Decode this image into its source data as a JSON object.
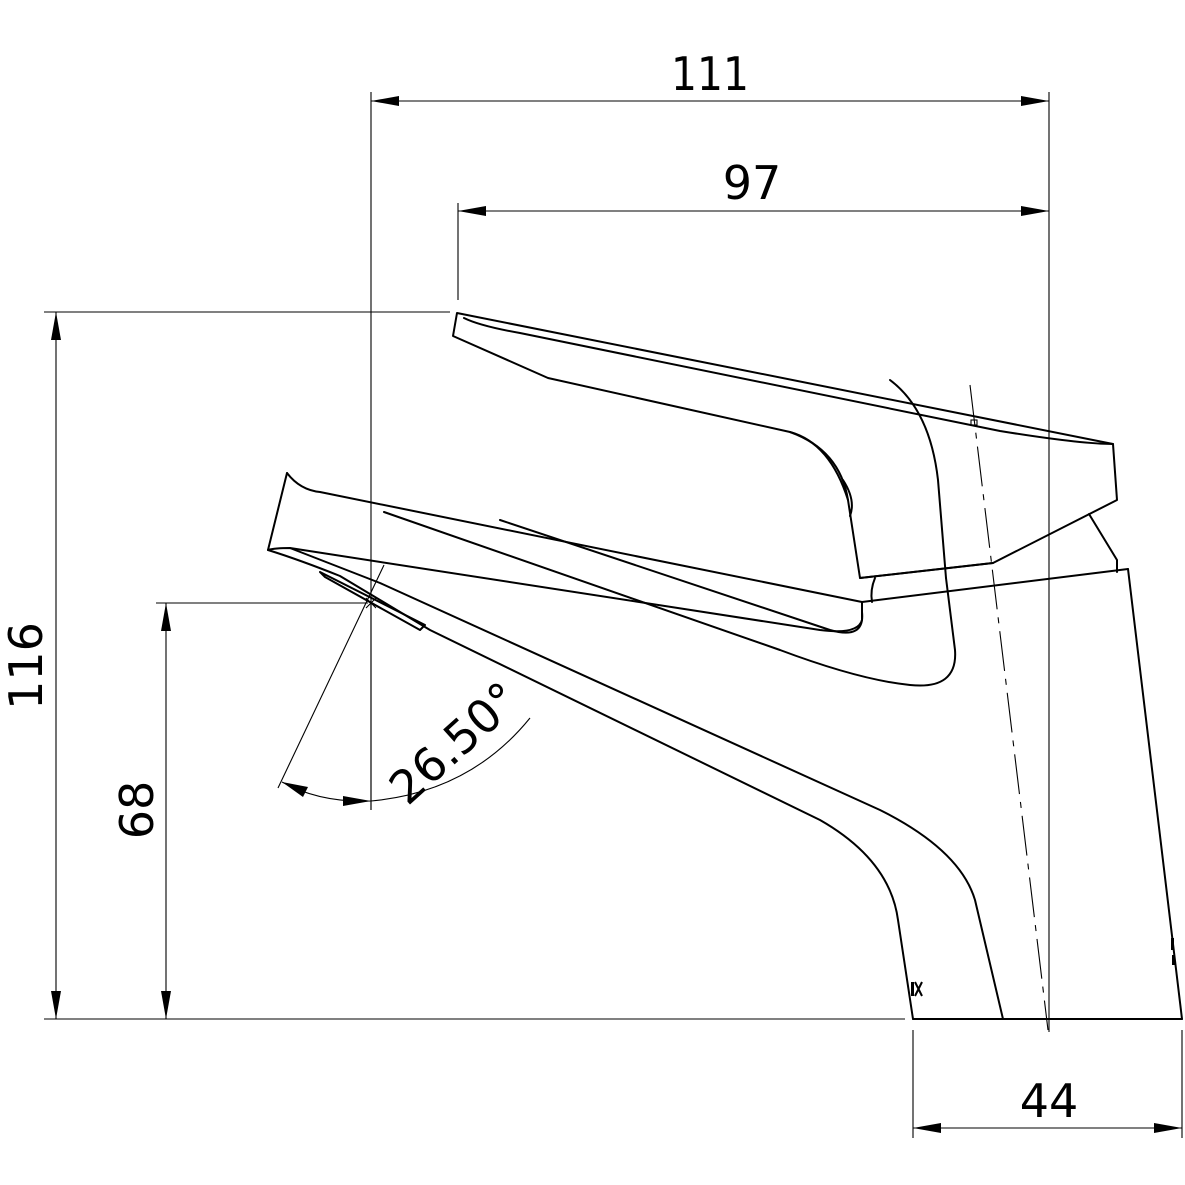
{
  "drawing": {
    "subject": "Single-lever basin faucet, side elevation",
    "line_color": "#000000",
    "background": "#ffffff"
  },
  "dimensions": {
    "overall_depth": "111",
    "lever_reach": "97",
    "overall_height": "116",
    "spout_outlet_height": "68",
    "spout_angle": "26.50°",
    "base_width": "44"
  }
}
